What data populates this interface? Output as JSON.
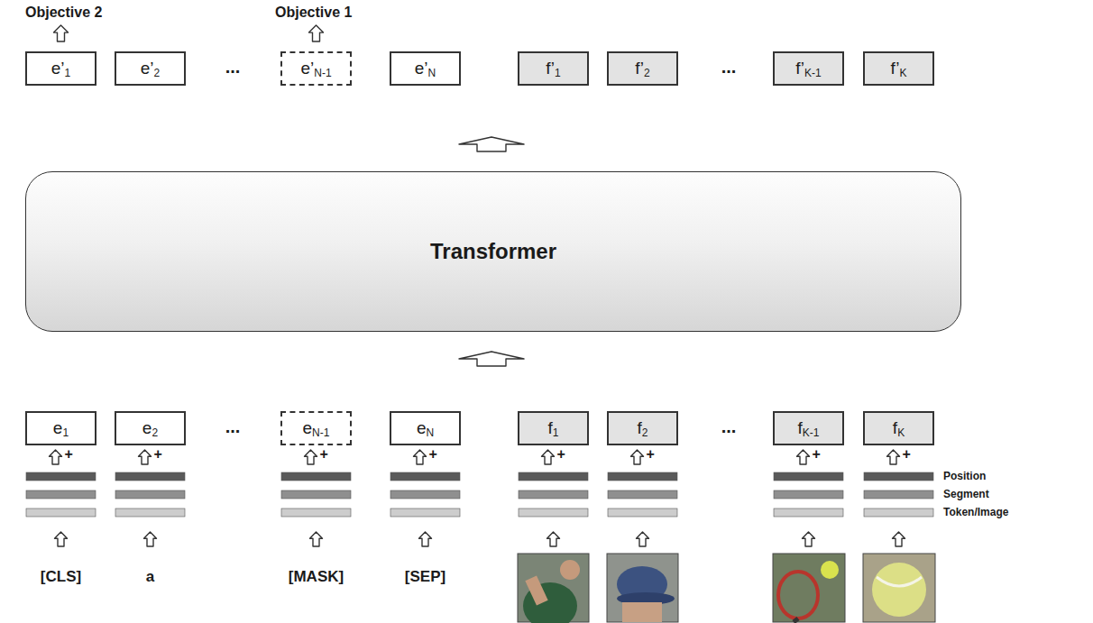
{
  "diagram": {
    "nodes": [
      {
        "text": [
          "e’",
          "1"
        ]
      },
      {
        "text": [
          "e’",
          "2"
        ]
      },
      {
        "text": [
          "e’",
          "N-1"
        ]
      },
      {
        "text": [
          "e’",
          "N"
        ]
      },
      {
        "text": [
          "f’",
          "1"
        ]
      },
      {
        "text": [
          "f’",
          "2"
        ]
      },
      {
        "text": [
          "f’",
          "K-1"
        ]
      },
      {
        "text": [
          "f’",
          "K"
        ]
      },
      {
        "text": [
          "Transformer"
        ]
      },
      {
        "text": [
          "e",
          "1"
        ]
      },
      {
        "text": [
          "e",
          "2"
        ]
      },
      {
        "text": [
          "e",
          "N-1"
        ]
      },
      {
        "text": [
          "e",
          "N"
        ]
      },
      {
        "text": [
          "f",
          "1"
        ]
      },
      {
        "text": [
          "f",
          "2"
        ]
      },
      {
        "text": [
          "f",
          "K-1"
        ]
      },
      {
        "text": [
          "f",
          "K"
        ]
      }
    ],
    "labels": [
      "Objective 2",
      "Objective 1",
      "...",
      "...",
      "...",
      "...",
      "+",
      "+",
      "+",
      "+",
      "+",
      "+",
      "+",
      "+",
      "[CLS]",
      "a",
      "[MASK]",
      "[SEP]"
    ],
    "legend": [
      {
        "text": "Position",
        "color": "#5a5a5a"
      },
      {
        "text": "Segment",
        "color": "#8f8f8f"
      },
      {
        "text": "Token/Image",
        "color": "#cdcdcd"
      }
    ]
  }
}
